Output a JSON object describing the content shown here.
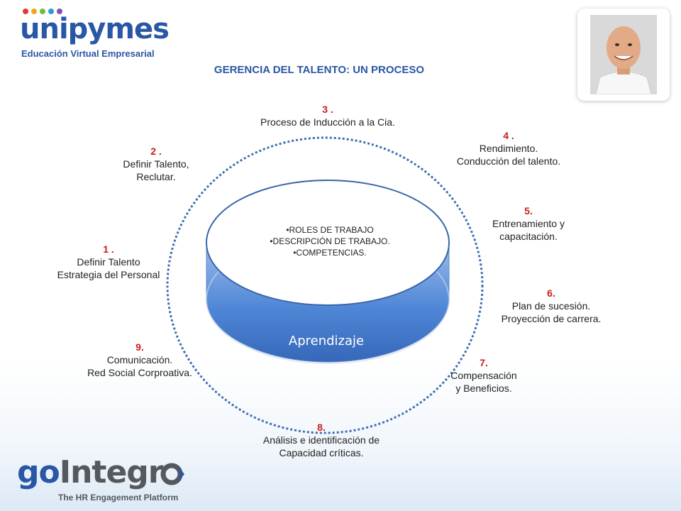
{
  "brand_top": {
    "name": "unipymes",
    "tagline": "Educación Virtual Empresarial",
    "dot_colors": [
      "#e53b2f",
      "#f3a51a",
      "#6bbf3b",
      "#2a9bd6",
      "#8a4db3"
    ],
    "color": "#2a57a5"
  },
  "title": "GERENCIA DEL TALENTO: UN PROCESO",
  "steps": [
    {
      "num": "1 .",
      "lines": [
        "Definir Talento",
        "Estrategia del Personal"
      ]
    },
    {
      "num": "2 .",
      "lines": [
        "Definir Talento,",
        "Reclutar."
      ]
    },
    {
      "num": "3 .",
      "lines": [
        "Proceso de Inducción a la Cia."
      ]
    },
    {
      "num": "4 .",
      "lines": [
        "Rendimiento.",
        "Conducción del talento."
      ]
    },
    {
      "num": "5.",
      "lines": [
        "Entrenamiento y",
        "capacitación."
      ]
    },
    {
      "num": "6.",
      "lines": [
        "Plan de sucesión.",
        "Proyección de carrera."
      ]
    },
    {
      "num": "7.",
      "lines": [
        "Compensación",
        "y Beneficios."
      ]
    },
    {
      "num": "8.",
      "lines": [
        "Análisis  e identificación de",
        "Capacidad críticas."
      ]
    },
    {
      "num": "9.",
      "lines": [
        "Comunicación.",
        "Red Social Corproativa."
      ]
    }
  ],
  "center": {
    "items": [
      "•ROLES DE TRABAJO",
      "•DESCRIPCIÓN  DE TRABAJO.",
      "•COMPETENCIAS."
    ],
    "base_label": "Aprendizaje"
  },
  "brand_bottom": {
    "name_part1": "go",
    "name_part2": "Integr",
    "tagline": "The HR Engagement Platform"
  },
  "colors": {
    "accent_blue": "#2a57a5",
    "step_number_red": "#cc1b1b",
    "dotted_circle": "#3f6fb3",
    "cylinder_blue": "#4a7fcf"
  }
}
